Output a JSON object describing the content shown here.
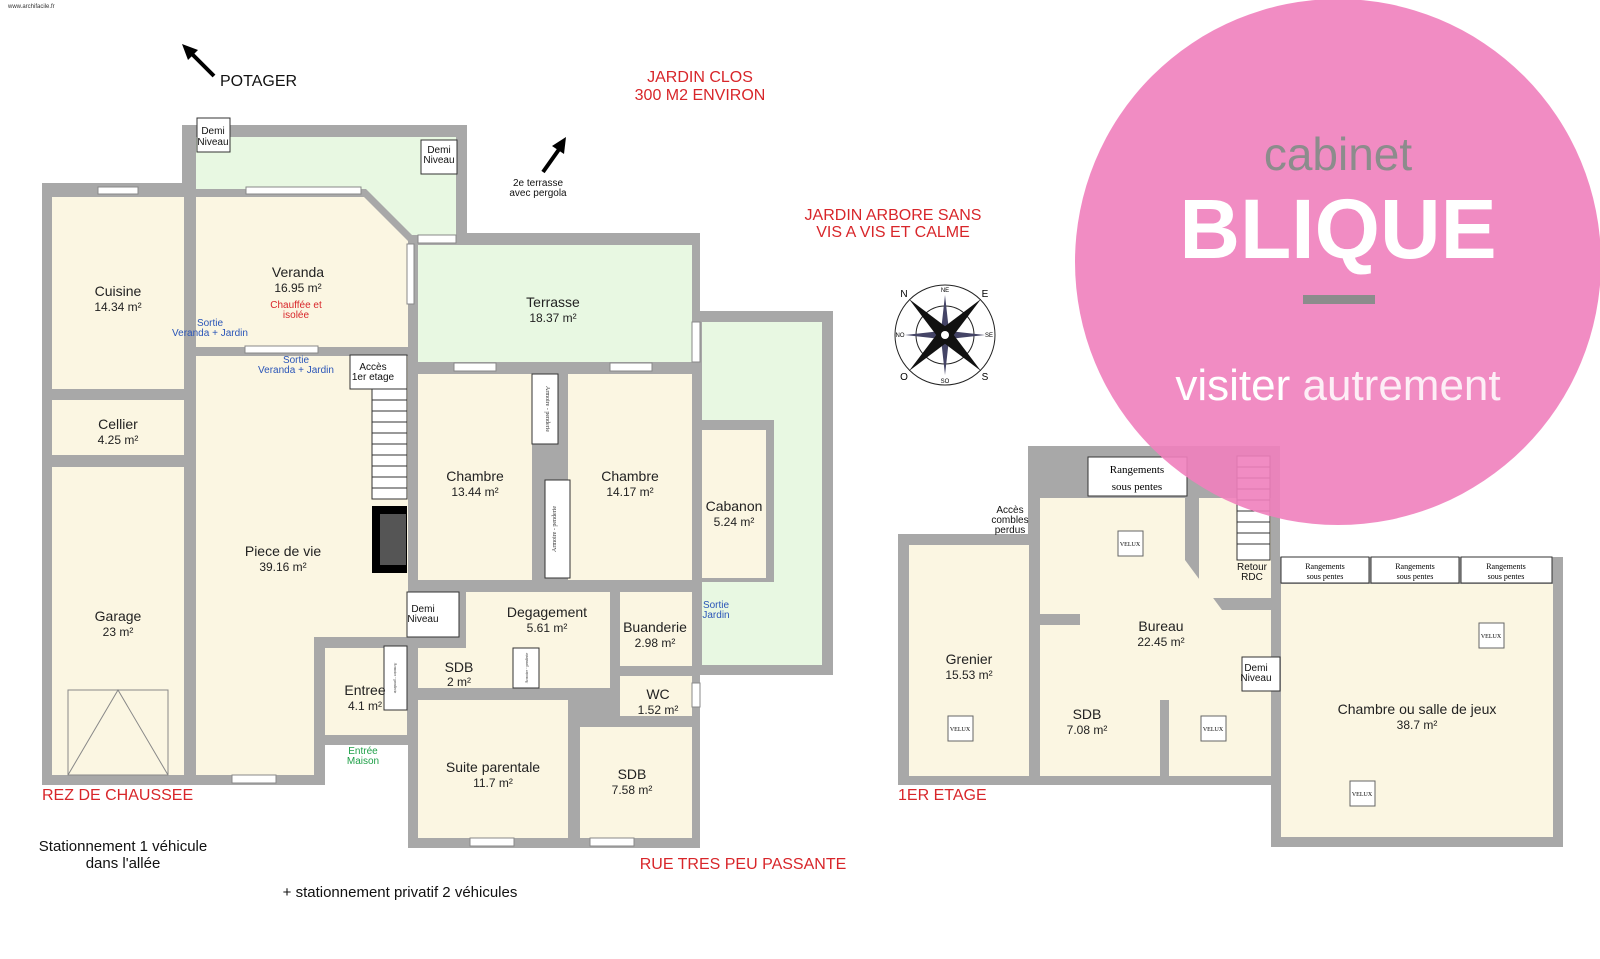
{
  "site": "www.archifacile.fr",
  "annotations": {
    "potager": "POTAGER",
    "jardin_clos": [
      "JARDIN CLOS",
      "300 M2 ENVIRON"
    ],
    "terrasse2": [
      "2e terrasse",
      "avec pergola"
    ],
    "jardin_arbore": [
      "JARDIN ARBORE SANS",
      "VIS A VIS ET CALME"
    ],
    "rue": "RUE TRES PEU PASSANTE",
    "stationnement": [
      "Stationnement 1 véhicule",
      "dans l'allée"
    ],
    "stationnement2": "+ stationnement privatif 2 véhicules"
  },
  "ground_floor": {
    "title": "REZ DE CHAUSSEE",
    "rooms": [
      {
        "name": "Cuisine",
        "area": "14.34 m²"
      },
      {
        "name": "Cellier",
        "area": "4.25 m²"
      },
      {
        "name": "Garage",
        "area": "23 m²"
      },
      {
        "name": "Veranda",
        "area": "16.95 m²",
        "note": [
          "Chauffée et",
          "isolée"
        ]
      },
      {
        "name": "Terrasse",
        "area": "18.37 m²"
      },
      {
        "name": "Chambre",
        "area": "13.44 m²"
      },
      {
        "name": "Chambre",
        "area": "14.17 m²"
      },
      {
        "name": "Cabanon",
        "area": "5.24 m²"
      },
      {
        "name": "Piece de vie",
        "area": "39.16 m²"
      },
      {
        "name": "Degagement",
        "area": "5.61 m²"
      },
      {
        "name": "Buanderie",
        "area": "2.98 m²"
      },
      {
        "name": "SDB",
        "area": "2 m²"
      },
      {
        "name": "Entree",
        "area": "4.1 m²"
      },
      {
        "name": "WC",
        "area": "1.52 m²"
      },
      {
        "name": "Suite parentale",
        "area": "11.7 m²"
      },
      {
        "name": "SDB",
        "area": "7.58 m²"
      }
    ],
    "labels": {
      "demi_niveau": [
        "Demi",
        "Niveau"
      ],
      "acces_etage": [
        "Accès",
        "1er etage"
      ],
      "sortie_veranda": [
        "Sortie",
        "Veranda + Jardin"
      ],
      "sortie_jardin": [
        "Sortie",
        "Jardin"
      ],
      "entree_maison": [
        "Entrée",
        "Maison"
      ],
      "armoire": "Armoire - penderie",
      "armoire_small": "Armoire - penderie"
    }
  },
  "first_floor": {
    "title": "1ER ETAGE",
    "rooms": [
      {
        "name": "Grenier",
        "area": "15.53 m²"
      },
      {
        "name": "Bureau",
        "area": "22.45 m²"
      },
      {
        "name": "SDB",
        "area": "7.08 m²"
      },
      {
        "name": "Chambre ou salle de jeux",
        "area": "38.7 m²"
      }
    ],
    "labels": {
      "acces_combles": [
        "Accès",
        "combles",
        "perdus"
      ],
      "retour_rdc": [
        "Retour",
        "RDC"
      ],
      "rangements": [
        "Rangements",
        "sous pentes"
      ],
      "velux": "VELUX",
      "demi_niveau": [
        "Demi",
        "Niveau"
      ]
    }
  },
  "compass": {
    "n": "N",
    "ne": "NE",
    "e": "E",
    "se": "SE",
    "s": "S",
    "so": "SO",
    "o": "O",
    "no": "NO"
  },
  "logo": {
    "line1": "cabinet",
    "line2": "BLIQUE",
    "line3a": "visiter",
    "line3b": "autrement",
    "color": "#f07fbd"
  }
}
